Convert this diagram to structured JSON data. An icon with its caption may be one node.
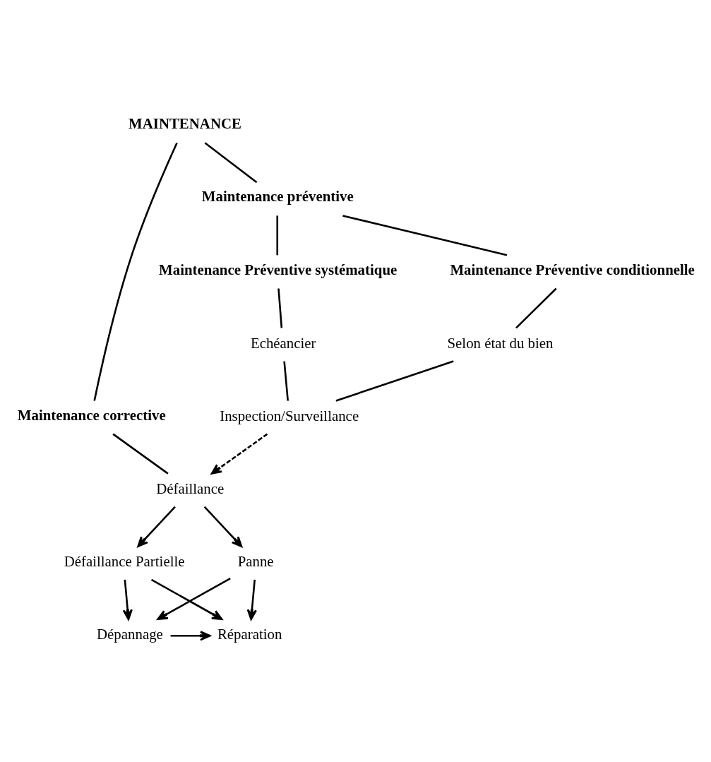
{
  "diagram": {
    "nodes": [
      {
        "text": [
          "MAINTENANCE"
        ]
      },
      {
        "text": [
          "Maintenance préventive"
        ]
      },
      {
        "text": [
          "Maintenance corrective"
        ]
      },
      {
        "text": [
          "Maintenance Préventive systématique"
        ]
      },
      {
        "text": [
          "Maintenance Préventive conditionnelle"
        ]
      },
      {
        "text": [
          "Echéancier"
        ]
      },
      {
        "text": [
          "Selon état du bien"
        ]
      },
      {
        "text": [
          "Inspection/Surveillance"
        ]
      },
      {
        "text": [
          "Défaillance"
        ]
      },
      {
        "text": [
          "Défaillance Partielle"
        ]
      },
      {
        "text": [
          "Panne"
        ]
      },
      {
        "text": [
          "Dépannage"
        ]
      },
      {
        "text": [
          "Réparation"
        ]
      }
    ],
    "edges": [
      {
        "from": 0,
        "to": 1,
        "arrow": "none"
      },
      {
        "from": 0,
        "to": 2,
        "arrow": "none"
      },
      {
        "from": 1,
        "to": 3,
        "arrow": "none"
      },
      {
        "from": 1,
        "to": 4,
        "arrow": "none"
      },
      {
        "from": 3,
        "to": 5,
        "arrow": "none"
      },
      {
        "from": 4,
        "to": 6,
        "arrow": "none"
      },
      {
        "from": 5,
        "to": 7,
        "arrow": "none"
      },
      {
        "from": 6,
        "to": 7,
        "arrow": "none"
      },
      {
        "from": 7,
        "to": 8,
        "arrow": "to",
        "style": "dashed"
      },
      {
        "from": 2,
        "to": 8,
        "arrow": "none"
      },
      {
        "from": 8,
        "to": 9,
        "arrow": "to"
      },
      {
        "from": 8,
        "to": 10,
        "arrow": "to"
      },
      {
        "from": 9,
        "to": 11,
        "arrow": "to"
      },
      {
        "from": 9,
        "to": 12,
        "arrow": "to"
      },
      {
        "from": 10,
        "to": 11,
        "arrow": "to"
      },
      {
        "from": 10,
        "to": 12,
        "arrow": "to"
      },
      {
        "from": 11,
        "to": 12,
        "arrow": "to"
      }
    ]
  }
}
